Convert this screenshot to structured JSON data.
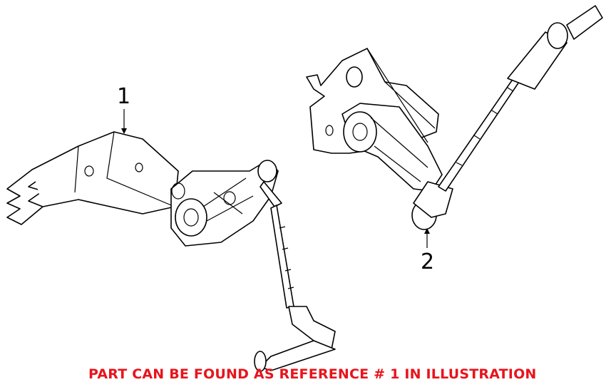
{
  "callouts": [
    {
      "label": "1"
    },
    {
      "label": "2"
    }
  ],
  "caption": "PART CAN BE FOUND AS REFERENCE # 1 IN ILLUSTRATION",
  "colors": {
    "caption": "#e8141c",
    "lines": "#000000"
  }
}
